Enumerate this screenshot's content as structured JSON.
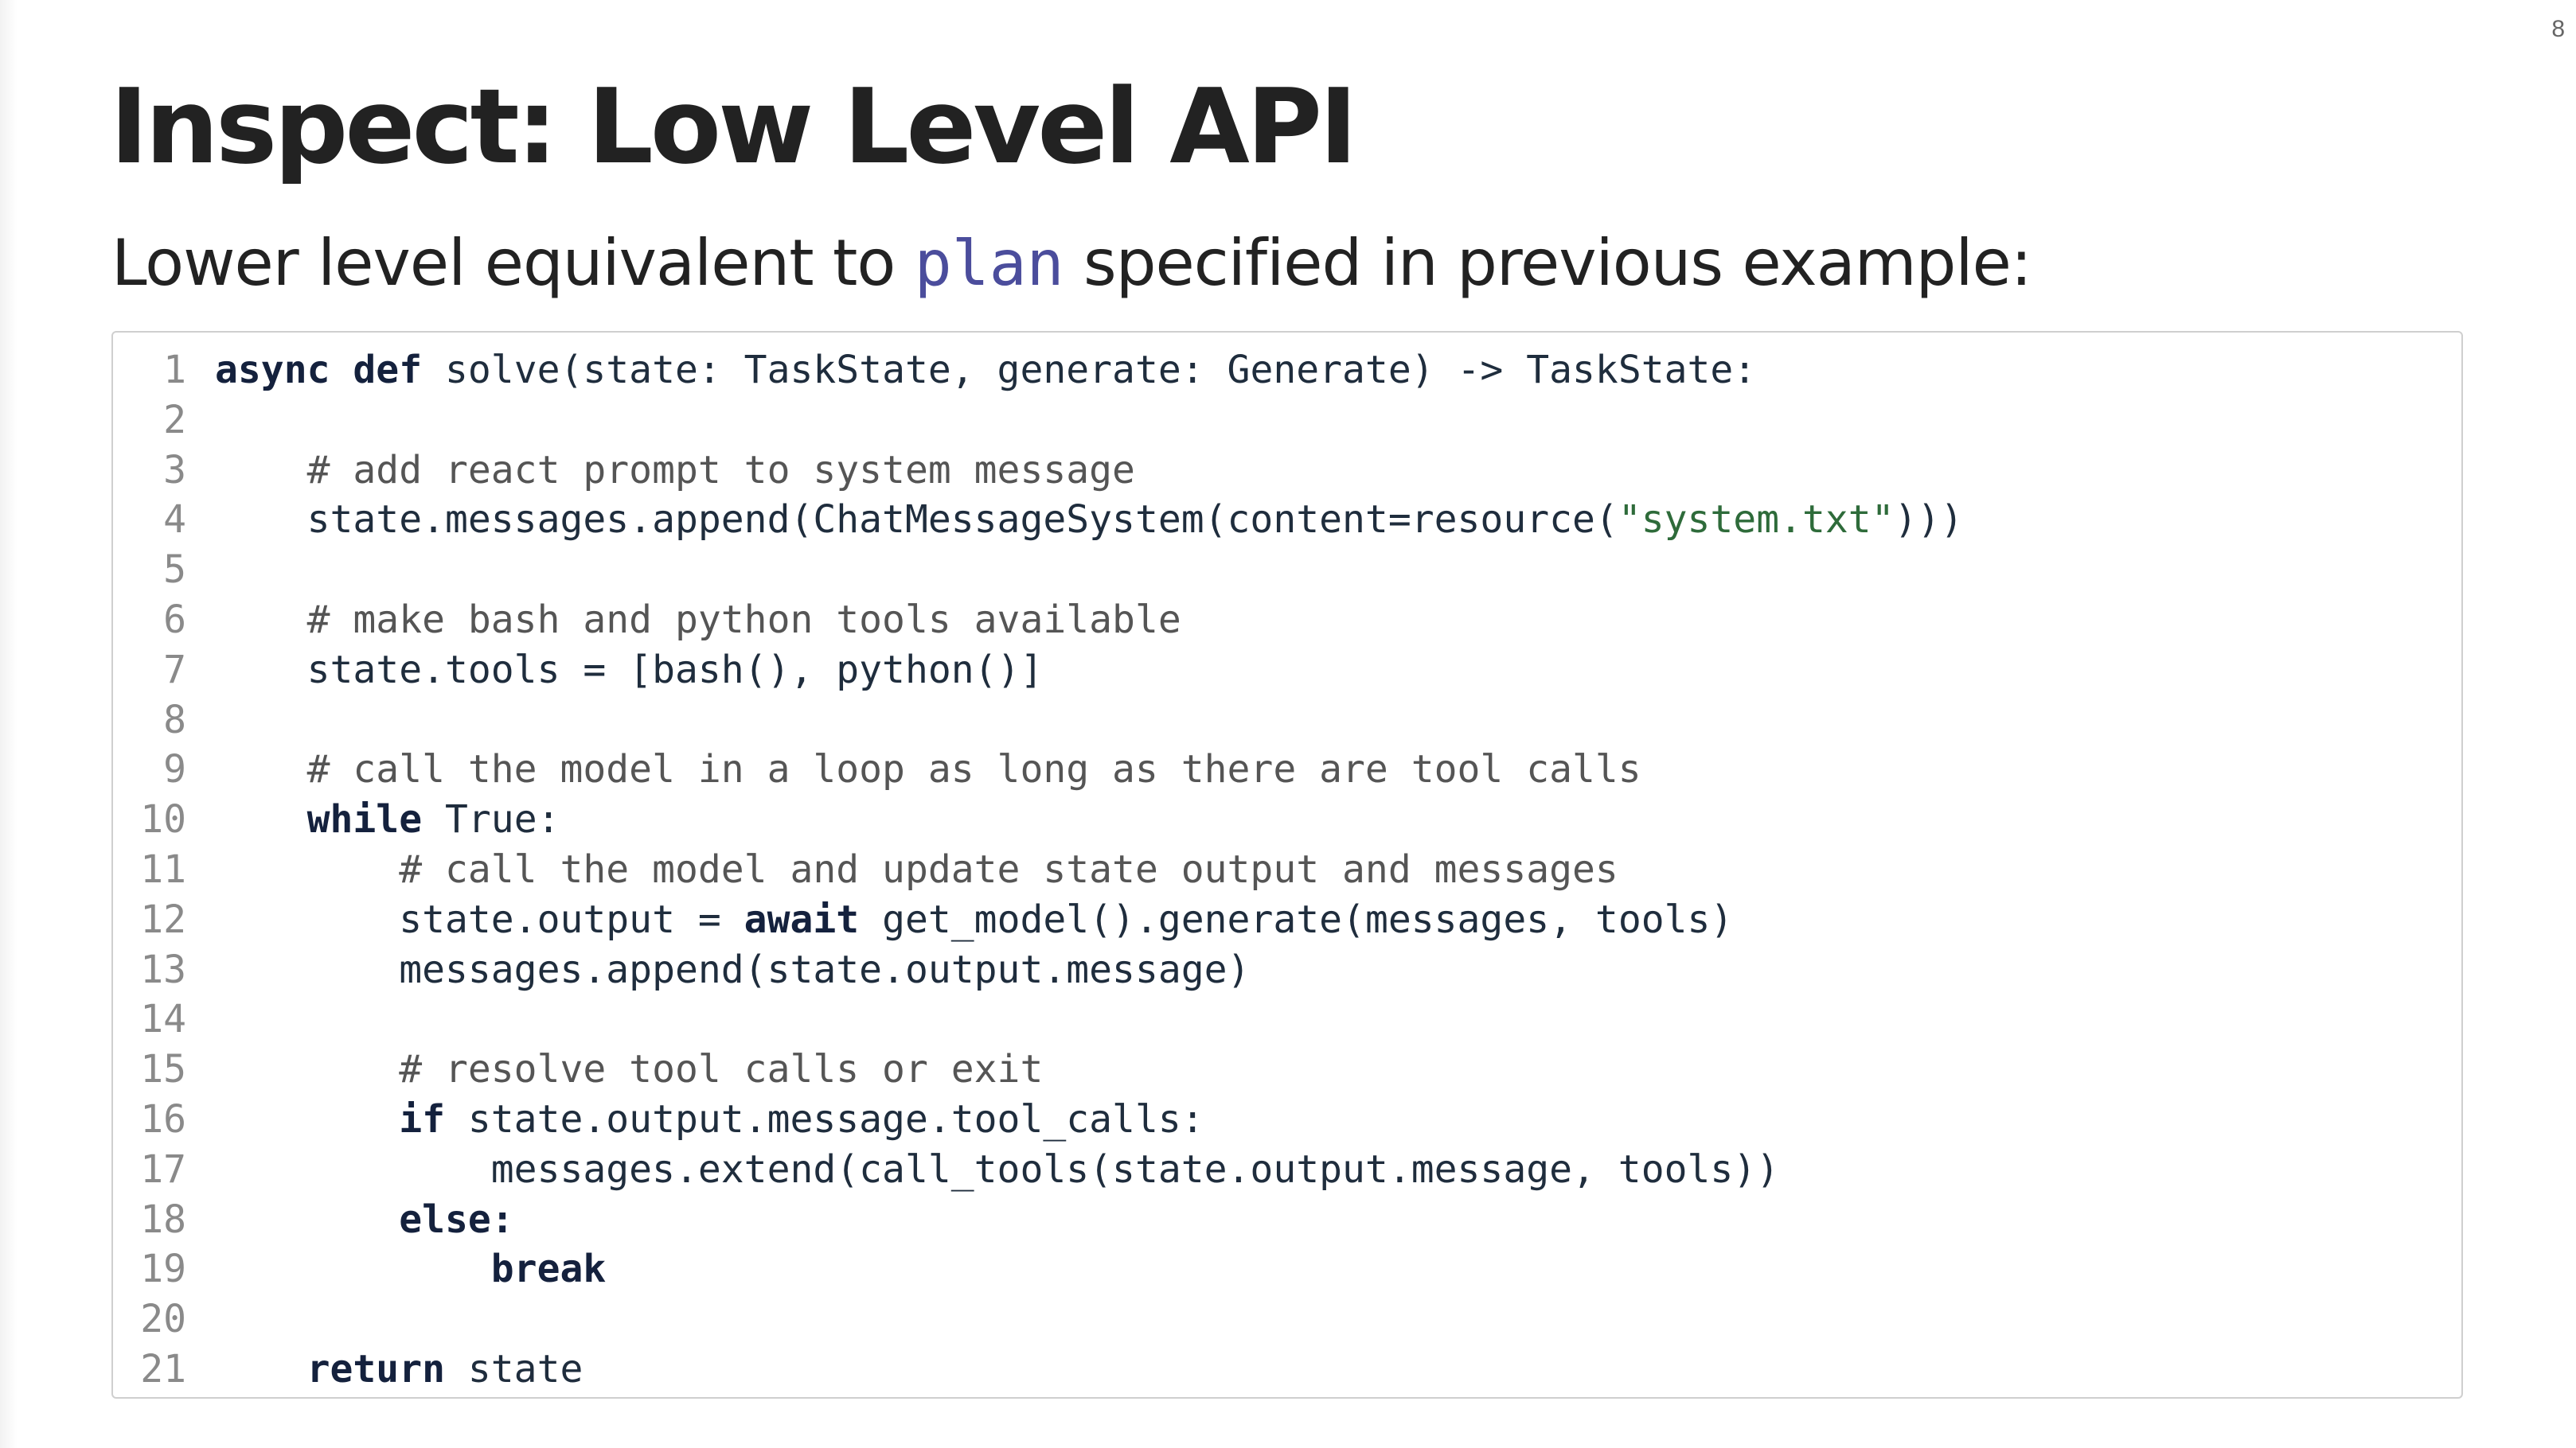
{
  "slide": {
    "number": "8",
    "title": "Inspect: Low Level API",
    "subtitle": {
      "before": "Lower level equivalent to ",
      "code": "plan",
      "after": " specified in previous example:"
    }
  },
  "code": {
    "language": "python",
    "lines": [
      {
        "n": "1",
        "tokens": [
          {
            "t": "kw",
            "v": "async def"
          },
          {
            "t": "tx",
            "v": " solve(state: TaskState, generate: Generate) -> TaskState:"
          }
        ]
      },
      {
        "n": "2",
        "tokens": []
      },
      {
        "n": "3",
        "tokens": [
          {
            "t": "tx",
            "v": "    "
          },
          {
            "t": "cm",
            "v": "# add react prompt to system message"
          }
        ]
      },
      {
        "n": "4",
        "tokens": [
          {
            "t": "tx",
            "v": "    state.messages.append(ChatMessageSystem(content=resource("
          },
          {
            "t": "st",
            "v": "\"system.txt\""
          },
          {
            "t": "tx",
            "v": ")))"
          }
        ]
      },
      {
        "n": "5",
        "tokens": []
      },
      {
        "n": "6",
        "tokens": [
          {
            "t": "tx",
            "v": "    "
          },
          {
            "t": "cm",
            "v": "# make bash and python tools available"
          }
        ]
      },
      {
        "n": "7",
        "tokens": [
          {
            "t": "tx",
            "v": "    state.tools = [bash(), python()]"
          }
        ]
      },
      {
        "n": "8",
        "tokens": []
      },
      {
        "n": "9",
        "tokens": [
          {
            "t": "tx",
            "v": "    "
          },
          {
            "t": "cm",
            "v": "# call the model in a loop as long as there are tool calls"
          }
        ]
      },
      {
        "n": "10",
        "tokens": [
          {
            "t": "tx",
            "v": "    "
          },
          {
            "t": "kw",
            "v": "while"
          },
          {
            "t": "tx",
            "v": " True:"
          }
        ]
      },
      {
        "n": "11",
        "tokens": [
          {
            "t": "tx",
            "v": "        "
          },
          {
            "t": "cm",
            "v": "# call the model and update state output and messages"
          }
        ]
      },
      {
        "n": "12",
        "tokens": [
          {
            "t": "tx",
            "v": "        state.output = "
          },
          {
            "t": "kw",
            "v": "await"
          },
          {
            "t": "tx",
            "v": " get_model().generate(messages, tools)"
          }
        ]
      },
      {
        "n": "13",
        "tokens": [
          {
            "t": "tx",
            "v": "        messages.append(state.output.message)"
          }
        ]
      },
      {
        "n": "14",
        "tokens": []
      },
      {
        "n": "15",
        "tokens": [
          {
            "t": "tx",
            "v": "        "
          },
          {
            "t": "cm",
            "v": "# resolve tool calls or exit"
          }
        ]
      },
      {
        "n": "16",
        "tokens": [
          {
            "t": "tx",
            "v": "        "
          },
          {
            "t": "kw",
            "v": "if"
          },
          {
            "t": "tx",
            "v": " state.output.message.tool_calls:"
          }
        ]
      },
      {
        "n": "17",
        "tokens": [
          {
            "t": "tx",
            "v": "            messages.extend(call_tools(state.output.message, tools))"
          }
        ]
      },
      {
        "n": "18",
        "tokens": [
          {
            "t": "tx",
            "v": "        "
          },
          {
            "t": "kw",
            "v": "else:"
          }
        ]
      },
      {
        "n": "19",
        "tokens": [
          {
            "t": "tx",
            "v": "            "
          },
          {
            "t": "kw",
            "v": "break"
          }
        ]
      },
      {
        "n": "20",
        "tokens": []
      },
      {
        "n": "21",
        "tokens": [
          {
            "t": "tx",
            "v": "    "
          },
          {
            "t": "kw",
            "v": "return"
          },
          {
            "t": "tx",
            "v": " state"
          }
        ]
      }
    ]
  },
  "colors": {
    "keyword": "#14213d",
    "comment": "#555555",
    "string": "#2e6b3a",
    "inline_code": "#4b4d9c",
    "line_number": "#8a8a8a"
  }
}
